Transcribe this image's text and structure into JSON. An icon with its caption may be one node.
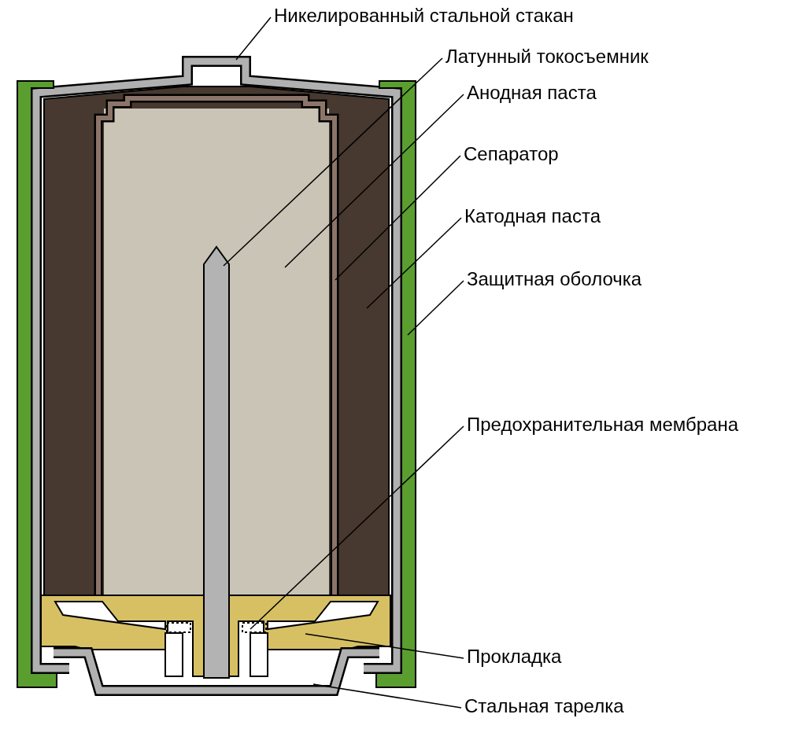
{
  "diagram": {
    "nodes": [
      {
        "text": [
          "Никелированный стальной стакан"
        ]
      },
      {
        "text": [
          "Латунный токосъемник"
        ]
      },
      {
        "text": [
          "Анодная паста"
        ]
      },
      {
        "text": [
          "Сепаратор"
        ]
      },
      {
        "text": [
          "Катодная паста"
        ]
      },
      {
        "text": [
          "Защитная оболочка"
        ]
      },
      {
        "text": [
          "Предохранительная мембрана"
        ]
      },
      {
        "text": [
          "Прокладка"
        ]
      },
      {
        "text": [
          "Стальная тарелка"
        ]
      }
    ],
    "edges": [
      {
        "from": 0,
        "to": null,
        "arrow": "none"
      },
      {
        "from": 1,
        "to": null,
        "arrow": "none"
      },
      {
        "from": 2,
        "to": null,
        "arrow": "none"
      },
      {
        "from": 3,
        "to": null,
        "arrow": "none"
      },
      {
        "from": 4,
        "to": null,
        "arrow": "none"
      },
      {
        "from": 5,
        "to": null,
        "arrow": "none"
      },
      {
        "from": 6,
        "to": null,
        "arrow": "none"
      },
      {
        "from": 7,
        "to": null,
        "arrow": "none"
      },
      {
        "from": 8,
        "to": null,
        "arrow": "none"
      }
    ]
  }
}
